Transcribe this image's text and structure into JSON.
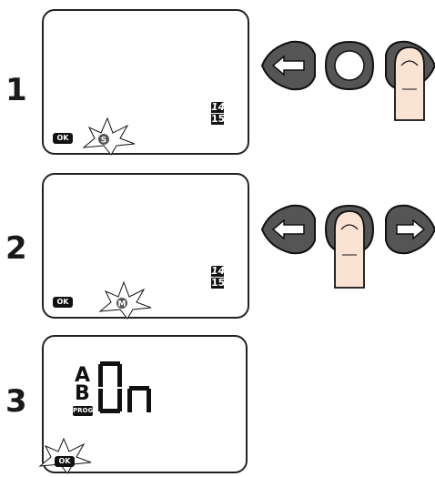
{
  "steps": [
    {
      "number": "1",
      "display": {
        "ok_label": "OK",
        "flash_symbol": "S",
        "page_top": "14",
        "page_bottom": "15"
      },
      "buttons": [
        "left-arrow",
        "center-circle",
        "right-arrow"
      ],
      "pressed": "right-arrow"
    },
    {
      "number": "2",
      "display": {
        "ok_label": "OK",
        "flash_symbol": "M",
        "page_top": "14",
        "page_bottom": "15"
      },
      "buttons": [
        "left-arrow",
        "center-circle",
        "right-arrow"
      ],
      "pressed": "center-circle"
    },
    {
      "number": "3",
      "display": {
        "ok_label": "OK",
        "letter_a": "A",
        "letter_b": "B",
        "prog_label": "PROG",
        "segment_text": "On"
      }
    }
  ],
  "colors": {
    "button_fill": "#555555",
    "finger_fill": "#fbe3d3",
    "ink": "#1a1a1a"
  },
  "icons": [
    "left-arrow-icon",
    "circle-icon",
    "right-arrow-icon",
    "finger-icon",
    "starburst-icon"
  ]
}
